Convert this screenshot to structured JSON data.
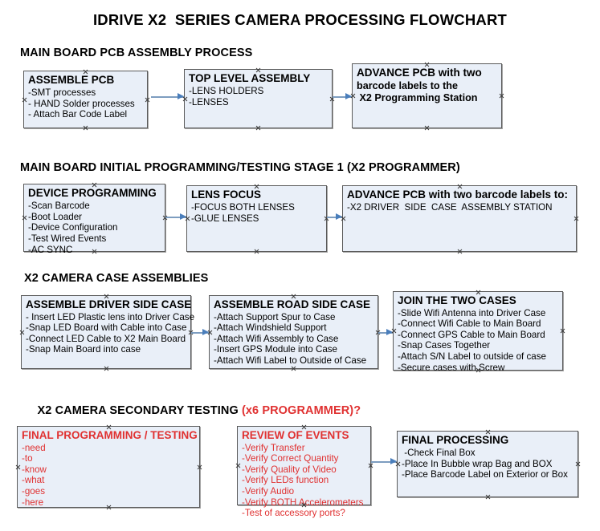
{
  "document": {
    "title": "IDRIVE X2  SERIES CAMERA PROCESSING FLOWCHART"
  },
  "sections": [
    {
      "id": "main-board-pcb-assembly-process",
      "title": "MAIN BOARD PCB ASSEMBLY PROCESS",
      "nodes": [
        {
          "id": "assemble-pcb",
          "header": "ASSEMBLE PCB",
          "lines": [
            "-SMT processes",
            "- HAND Solder processes",
            "- Attach Bar Code Label"
          ]
        },
        {
          "id": "top-level-assembly",
          "header": "TOP LEVEL ASSEMBLY",
          "lines": [
            "-LENS HOLDERS",
            "-LENSES"
          ]
        },
        {
          "id": "advance-pcb-to-x2-programming-station",
          "header": "ADVANCE PCB with two",
          "lines": [
            "barcode labels to the",
            " X2 Programming Station"
          ]
        }
      ]
    },
    {
      "id": "main-board-initial-programming-testing-stage-1",
      "title": "MAIN BOARD INITIAL PROGRAMMING/TESTING STAGE 1 (X2 PROGRAMMER)",
      "nodes": [
        {
          "id": "device-programming",
          "header": "DEVICE PROGRAMMING",
          "lines": [
            "-Scan Barcode",
            "-Boot Loader",
            "-Device Configuration",
            "-Test Wired Events",
            "-AC SYNC"
          ]
        },
        {
          "id": "lens-focus",
          "header": "LENS FOCUS",
          "lines": [
            "-FOCUS BOTH LENSES",
            "-GLUE LENSES"
          ]
        },
        {
          "id": "advance-pcb-to-driver-side-case-assembly",
          "header": "ADVANCE PCB with two barcode labels to:",
          "lines": [
            "-X2 DRIVER  SIDE  CASE  ASSEMBLY STATION"
          ]
        }
      ]
    },
    {
      "id": "x2-camera-case-assemblies",
      "title": "X2 CAMERA CASE ASSEMBLIES",
      "nodes": [
        {
          "id": "assemble-driver-side-case",
          "header": "ASSEMBLE DRIVER SIDE CASE",
          "lines": [
            "- Insert LED Plastic lens into Driver Case",
            "-Snap LED Board with Cable into Case",
            "-Connect LED Cable to X2 Main Board",
            "-Snap Main Board into case"
          ]
        },
        {
          "id": "assemble-road-side-case",
          "header": "ASSEMBLE ROAD SIDE CASE",
          "lines": [
            "-Attach Support Spur to Case",
            "-Attach Windshield Support",
            "-Attach Wifi Assembly to Case",
            "-Insert GPS Module into Case",
            "-Attach Wifi Label to Outside of Case"
          ]
        },
        {
          "id": "join-the-two-cases",
          "header": "JOIN THE TWO CASES",
          "lines": [
            "-Slide Wifi Antenna into Driver Case",
            "-Connect Wifi Cable to Main Board",
            "-Connect GPS Cable to Main Board",
            "-Snap Cases Together",
            "-Attach S/N Label to outside of case",
            "-Secure cases with Screw"
          ]
        }
      ]
    },
    {
      "id": "x2-camera-secondary-testing",
      "title": "X2 CAMERA SECONDARY TESTING ",
      "title_accent": "(x6 PROGRAMMER)?",
      "nodes": [
        {
          "id": "final-programming-testing",
          "header": "FINAL PROGRAMMING / TESTING",
          "lines": [
            "-need",
            "-to",
            "-know",
            "-what",
            "-goes",
            "-here"
          ]
        },
        {
          "id": "review-of-events",
          "header": "REVIEW OF EVENTS",
          "lines": [
            "-Verify Transfer",
            "-Verify Correct Quantity",
            "-Verify Quality of Video",
            "-Verify LEDs function",
            "-Verify Audio",
            "-Verify BOTH Accelerometers",
            "-Test of accessory ports?"
          ]
        },
        {
          "id": "final-processing",
          "header": "FINAL PROCESSING",
          "lines": [
            " -Check Final Box",
            "-Place In Bubble wrap Bag and BOX",
            "-Place Barcode Label on Exterior or Box"
          ]
        }
      ]
    }
  ],
  "colors": {
    "node_fill": "#e9eff8",
    "node_border": "#5a5a5a",
    "accent_red": "#e03131",
    "arrow": "#4a7ebb",
    "text": "#000000"
  }
}
